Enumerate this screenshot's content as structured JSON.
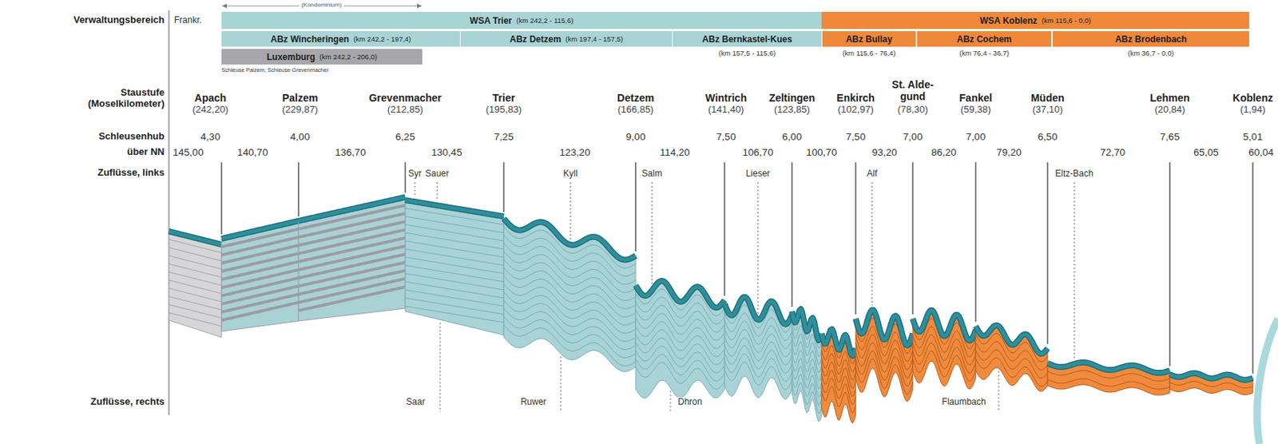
{
  "diagram": {
    "nodes": [
      {
        "text": [
          "WSA Trier",
          "(km 242,2 - 115,6)"
        ]
      },
      {
        "text": [
          "WSA Koblenz",
          "(km 115,6 - 0,0)"
        ]
      },
      {
        "text": [
          "ABz Wincheringen",
          "(km 242,2 - 197,4)"
        ]
      },
      {
        "text": [
          "ABz Detzem",
          "(km 197,4 - 157,5)"
        ]
      },
      {
        "text": [
          "ABz Bernkastel-Kues",
          "(km 157,5 - 115,6)"
        ]
      },
      {
        "text": [
          "ABz Bullay",
          "(km 115,6 - 76,4)"
        ]
      },
      {
        "text": [
          "ABz Cochem",
          "(km 76,4 - 36,7)"
        ]
      },
      {
        "text": [
          "ABz Brodenbach",
          "(km 36,7 - 0,0)"
        ]
      },
      {
        "text": [
          "Luxemburg",
          "(km 242,2 - 206,0)",
          "Schleuse Palzem, Schleuse Grevenmacher"
        ]
      }
    ],
    "labels": [
      "(Kondominium)",
      "Verwaltungsbereich",
      "Frankr.",
      "Staustufe (Moselkilometer)",
      "Apach",
      "(242,20)",
      "Palzem",
      "(229,87)",
      "Grevenmacher",
      "(212,85)",
      "Trier",
      "(195,83)",
      "Detzem",
      "(166,85)",
      "Wintrich",
      "(141,40)",
      "Zeltingen",
      "(123,85)",
      "Enkirch",
      "(102,97)",
      "St. Alde-gund",
      "(78,30)",
      "Fankel",
      "(59,38)",
      "Müden",
      "(37,10)",
      "Lehmen",
      "(20,84)",
      "Koblenz",
      "(1,94)",
      "Schleusenhub",
      "4,30",
      "4,00",
      "6,25",
      "7,25",
      "9,00",
      "7,50",
      "6,00",
      "7,50",
      "7,00",
      "7,00",
      "6,50",
      "7,65",
      "5,01",
      "über NN",
      "145,00",
      "140,70",
      "136,70",
      "130,45",
      "123,20",
      "114,20",
      "106,70",
      "100,70",
      "93,20",
      "86,20",
      "79,20",
      "72,70",
      "65,05",
      "60,04",
      "Zuflüsse, links",
      "Syr",
      "Sauer",
      "Kyll",
      "Salm",
      "Lieser",
      "Alf",
      "Eltz-Bach",
      "Zuflüsse, rechts",
      "Saar",
      "Ruwer",
      "Dhron",
      "Flaumbach"
    ]
  }
}
